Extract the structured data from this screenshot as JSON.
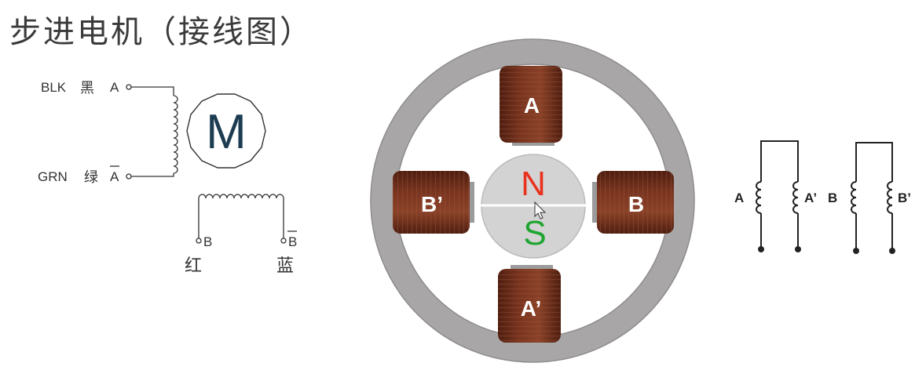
{
  "title": "步进电机（接线图）",
  "wiring": {
    "motor_symbol": "M",
    "terminal_a": {
      "color_en": "BLK",
      "color_cn": "黑",
      "name": "A"
    },
    "terminal_a_bar": {
      "color_en": "GRN",
      "color_cn": "绿",
      "name": "A"
    },
    "terminal_b": {
      "name": "B",
      "color_cn": "红"
    },
    "terminal_b_bar": {
      "name": "B",
      "color_cn": "蓝"
    }
  },
  "rotor": {
    "north": "N",
    "south": "S",
    "coils": {
      "top": "A",
      "bottom": "A’",
      "left": "B’",
      "right": "B"
    }
  },
  "schematic": {
    "winding_a": "A",
    "winding_a_prime": "A’",
    "winding_b": "B",
    "winding_b_prime": "B’"
  },
  "colors": {
    "stator_ring": "#a8a6a6",
    "coil": "#6e2e1a",
    "pole_n": "#e8321e",
    "pole_s": "#1fa531",
    "motor_text": "#1c3c52"
  }
}
